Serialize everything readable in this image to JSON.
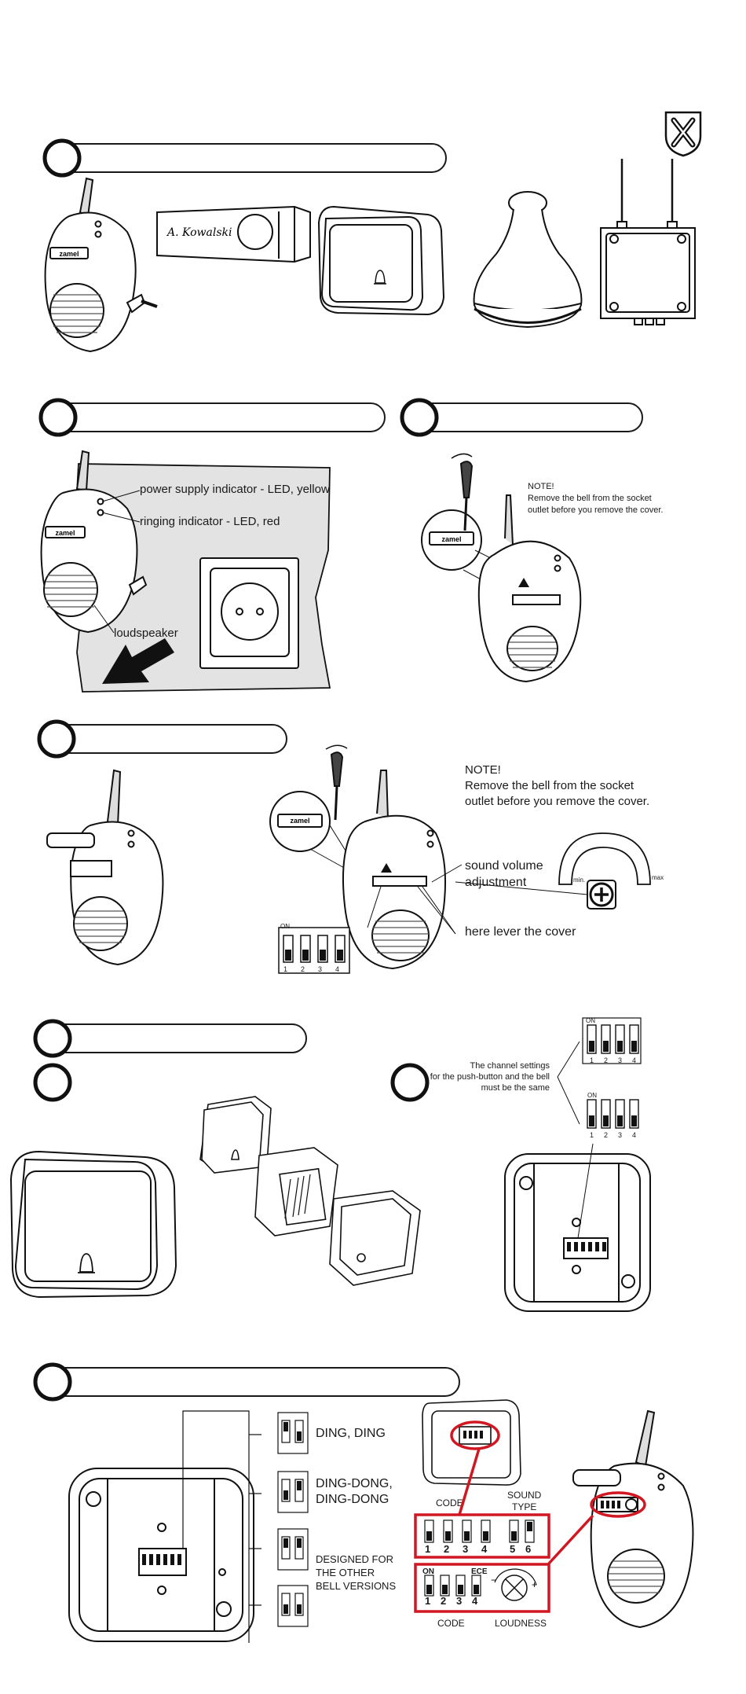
{
  "page": {
    "title": ""
  },
  "icons": {
    "x_shield": "x-shield-icon",
    "bell": "bell-icon",
    "screwdriver": "screwdriver-icon"
  },
  "products": {
    "brand": "zamel",
    "nameplate": "A. Kowalski"
  },
  "section2": {
    "label_power": "power supply indicator - LED, yellow",
    "label_ringing": "ringing indicator - LED, red",
    "label_speaker": "loudspeaker"
  },
  "section3": {
    "note_title": "NOTE!",
    "note_line1": "Remove the bell from the socket",
    "note_line2": "outlet before you remove the cover."
  },
  "section4": {
    "note_title": "NOTE!",
    "note_line1": "Remove the bell from the socket",
    "note_line2": "outlet before you remove the cover.",
    "volume_line1": "sound volume",
    "volume_line2": "adjustment",
    "lever": "here lever the cover",
    "min": "min.",
    "max": "max",
    "dip_on": "ON",
    "dip_numbers": [
      "1",
      "2",
      "3",
      "4"
    ]
  },
  "section5": {
    "channel_line1": "The channel settings",
    "channel_line2": "for the push-button and the bell",
    "channel_line3": "must be the same",
    "dip_on": "ON",
    "dip_numbers": [
      "1",
      "2",
      "3",
      "4"
    ]
  },
  "section6": {
    "ding": "DING, DING",
    "dingdong_line1": "DING-DONG,",
    "dingdong_line2": "DING-DONG",
    "other_line1": "DESIGNED FOR",
    "other_line2": "THE OTHER",
    "other_line3": "BELL VERSIONS",
    "code": "CODE",
    "sound_type_line1": "SOUND",
    "sound_type_line2": "TYPE",
    "code2": "CODE",
    "loudness": "LOUDNESS",
    "on": "ON",
    "ece": "ECE",
    "digits6": [
      "1",
      "2",
      "3",
      "4",
      "5",
      "6"
    ],
    "digits4": [
      "1",
      "2",
      "3",
      "4"
    ],
    "dip56": [
      "5",
      "6"
    ]
  }
}
